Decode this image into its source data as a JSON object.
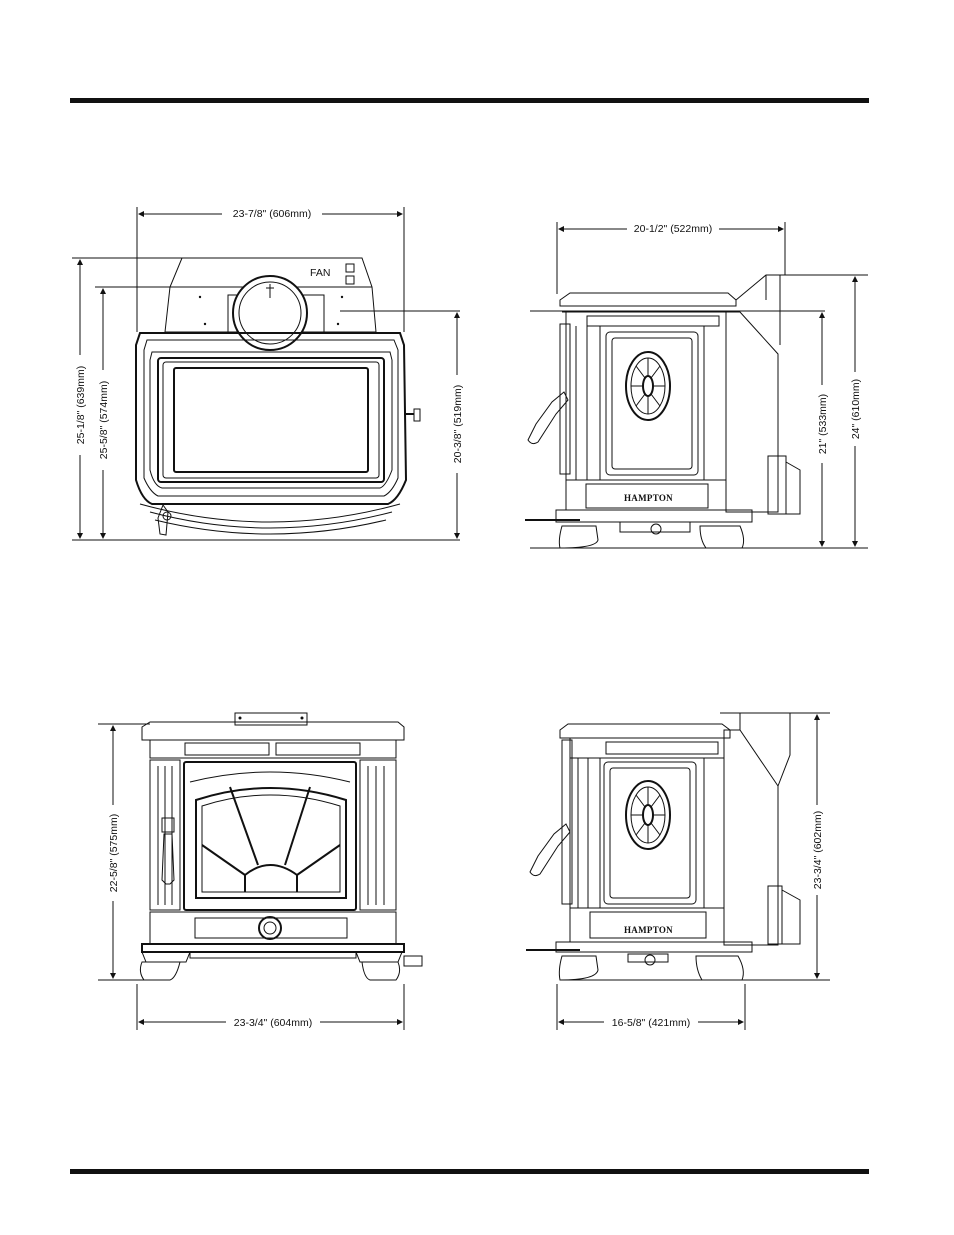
{
  "figures": {
    "front_top": {
      "width_dim": "23-7/8\" (606mm)",
      "height_dim_outer": "25-1/8\" (639mm)",
      "height_dim_inner": "25-5/8\" (574mm)",
      "height_dim_right": "20-3/8\" (519mm)",
      "fan_label": "FAN"
    },
    "side_top": {
      "width_dim": "20-1/2\" (522mm)",
      "height_dim_inner": "21\" (533mm)",
      "height_dim_outer": "24\" (610mm)",
      "brand": "HAMPTON"
    },
    "front_bottom": {
      "height_dim": "22-5/8\" (575mm)",
      "width_dim": "23-3/4\" (604mm)"
    },
    "side_bottom": {
      "height_dim": "23-3/4\" (602mm)",
      "width_dim": "16-5/8\" (421mm)",
      "brand": "HAMPTON"
    }
  }
}
